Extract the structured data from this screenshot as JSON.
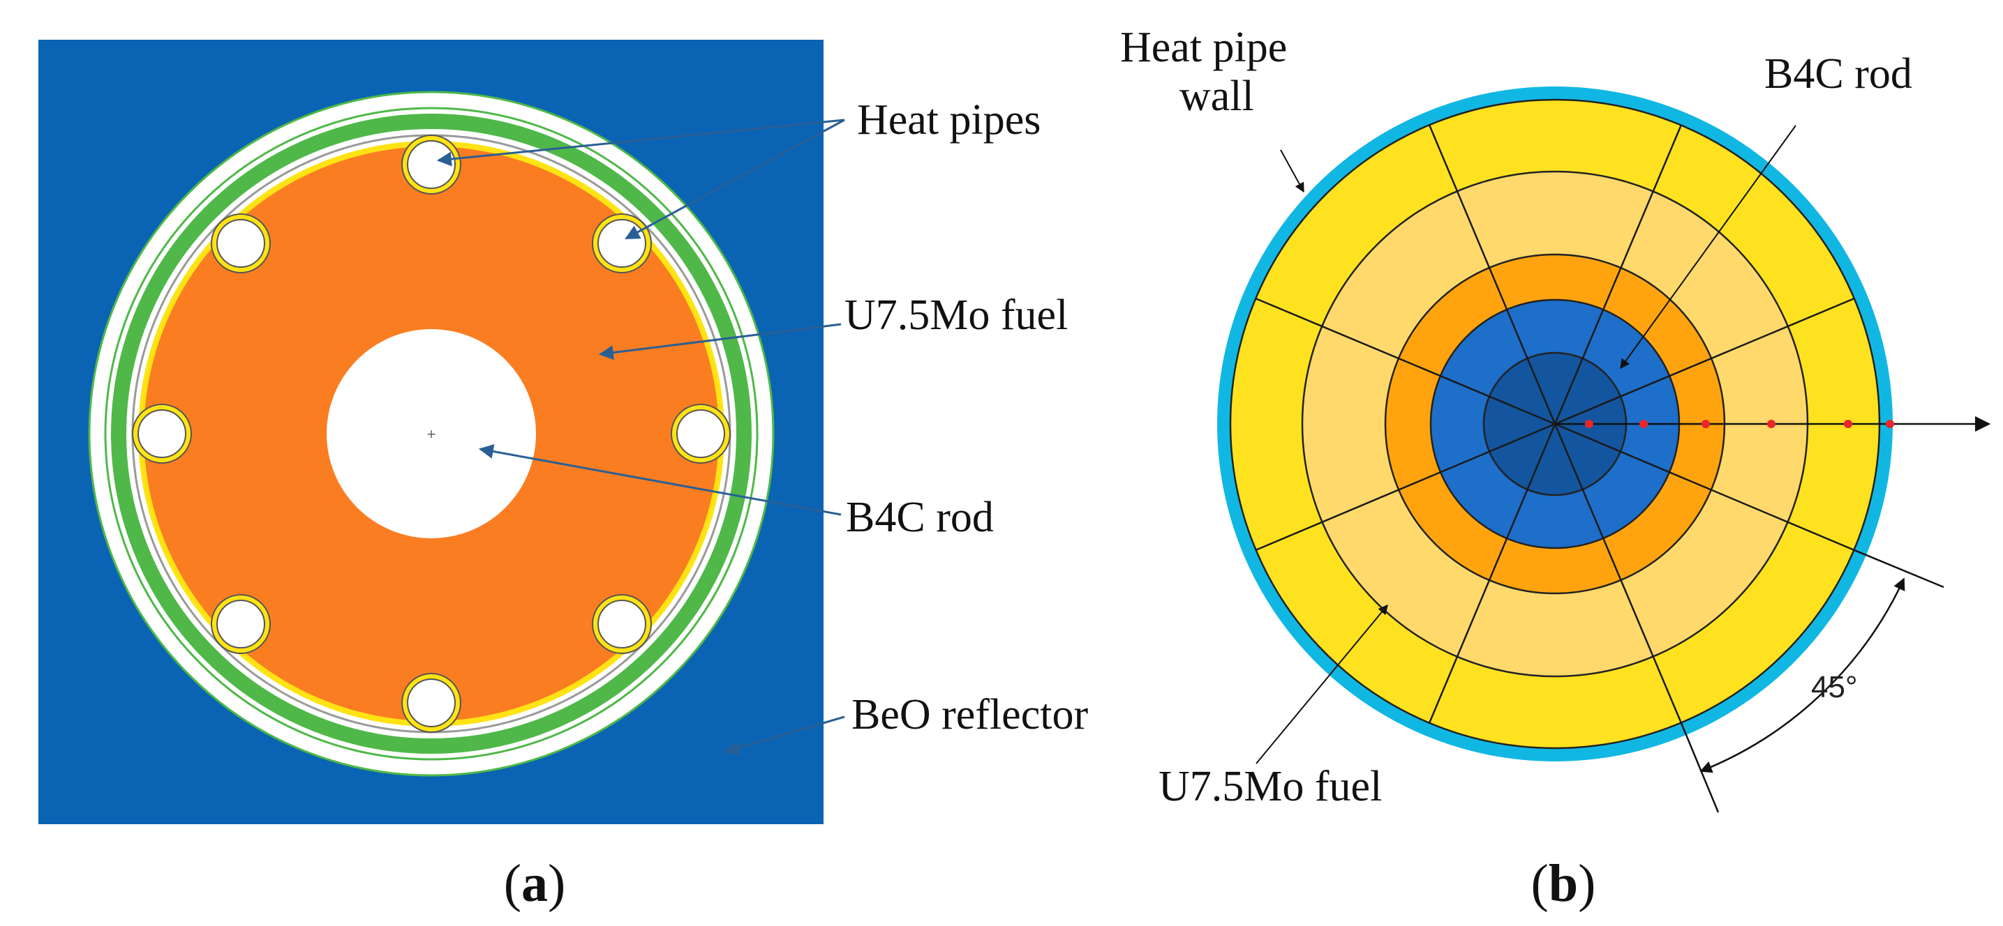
{
  "panel_a": {
    "labels": {
      "heat_pipes": "Heat pipes",
      "fuel": "U7.5Mo fuel",
      "rod": "B4C rod",
      "reflector": "BeO reflector"
    },
    "caption": {
      "open": "(",
      "letter": "a",
      "close": ")"
    },
    "colors": {
      "reflector": "#0a64b3",
      "fuel": "#fb7d21",
      "green_ring": "#4fb848",
      "yellow_ring": "#ffe313",
      "arrow": "#2a5f95"
    }
  },
  "panel_b": {
    "labels": {
      "heat_pipe_wall_line1": "Heat pipe",
      "heat_pipe_wall_line2": "wall",
      "rod": "B4C rod",
      "fuel": "U7.5Mo fuel",
      "angle": "45°"
    },
    "caption": {
      "open": "(",
      "letter": "b",
      "close": ")"
    },
    "colors": {
      "wall": "#11b7e3",
      "outer_fuel": "#ffe21f",
      "mid_fuel": "#ffd96b",
      "inner_fuel": "#ffa40e",
      "rod_outer": "#1d6fc9",
      "rod_inner": "#13559e",
      "markers": "#e8262b"
    }
  }
}
